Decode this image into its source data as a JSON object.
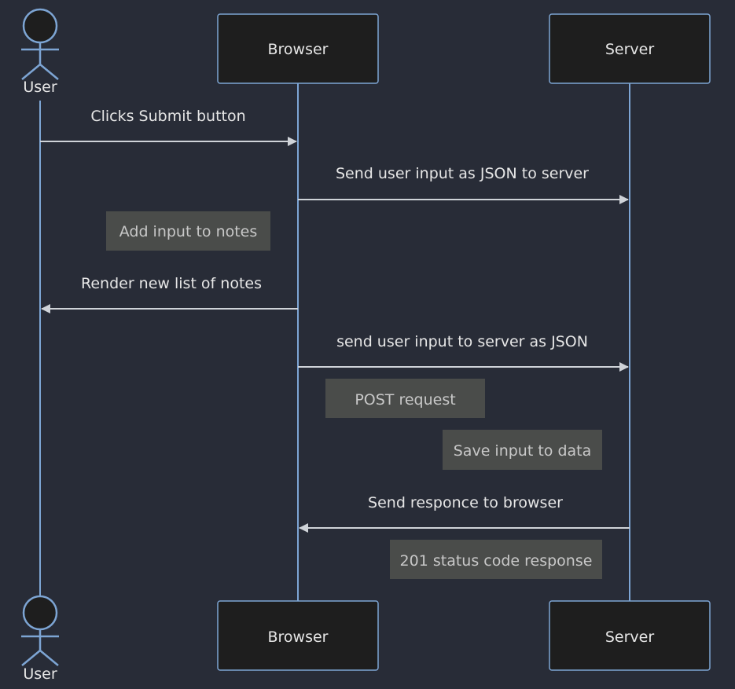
{
  "colors": {
    "background": "#282c37",
    "lifeline": "#7da5d4",
    "participant_fill": "#1e1e1e",
    "participant_stroke": "#7da5d4",
    "text": "#e6e6e6",
    "message_line": "#cfd3d8",
    "note_fill": "#4a4c4a",
    "note_text": "#c8c8c8"
  },
  "participants": {
    "user": {
      "label": "User",
      "icon": "actor-stick-figure-icon"
    },
    "browser": {
      "label": "Browser"
    },
    "server": {
      "label": "Server"
    }
  },
  "messages": [
    {
      "from": "User",
      "to": "Browser",
      "text": "Clicks Submit button"
    },
    {
      "from": "Browser",
      "to": "Server",
      "text": "Send user input as JSON to server"
    },
    {
      "from": "Browser",
      "to": "User",
      "text": "Render new list of notes"
    },
    {
      "from": "Browser",
      "to": "Server",
      "text": "send user input to server as JSON"
    },
    {
      "from": "Server",
      "to": "Browser",
      "text": "Send responce to browser"
    }
  ],
  "notes": [
    {
      "text": "Add input to notes"
    },
    {
      "text": "POST request"
    },
    {
      "text": "Save input to data"
    },
    {
      "text": "201 status code response"
    }
  ]
}
